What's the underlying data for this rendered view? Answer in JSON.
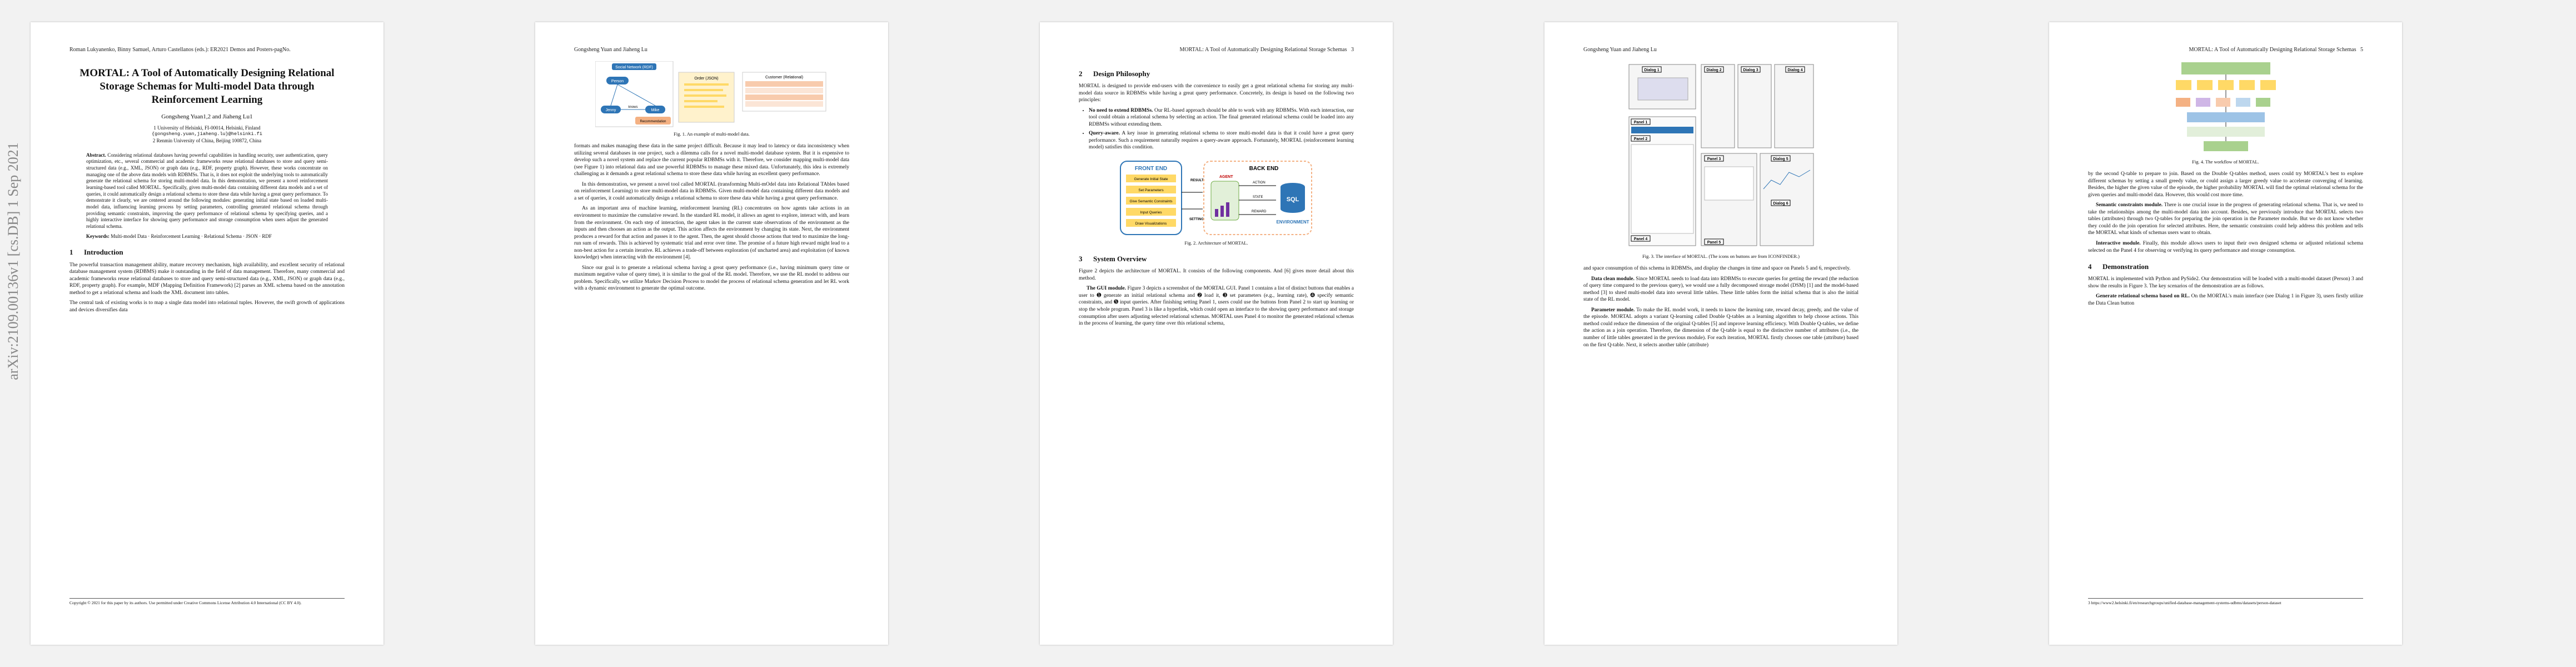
{
  "arxiv_stamp": "arXiv:2109.00136v1  [cs.DB]  1 Sep 2021",
  "page1": {
    "running_head": "Roman Lukyanenko, Binny Samuel, Arturo Castellanos (eds.): ER2021 Demos and Posters-pagNo.",
    "title": "MORTAL: A Tool of Automatically Designing Relational Storage Schemas for Multi-model Data through Reinforcement Learning",
    "authors": "Gongsheng Yuan1,2 and Jiaheng Lu1",
    "affil1": "1 University of Helsinki, FI-00014, Helsinki, Finland",
    "email": "{gongsheng.yuan,jiaheng.lu}@helsinki.fi",
    "affil2": "2 Renmin University of China, Beijing 100872, China",
    "abstract_label": "Abstract.",
    "abstract": "Considering relational databases having powerful capabilities in handling security, user authentication, query optimization, etc., several commercial and academic frameworks reuse relational databases to store and query semi-structured data (e.g., XML, JSON) or graph data (e.g., RDF, property graph). However, these works concentrate on managing one of the above data models with RDBMSs. That is, it does not exploit the underlying tools to automatically generate the relational schema for storing multi-model data. In this demonstration, we present a novel reinforcement learning-based tool called MORTAL. Specifically, given multi-model data containing different data models and a set of queries, it could automatically design a relational schema to store these data while having a great query performance. To demonstrate it clearly, we are centered around the following modules: generating initial state based on loaded multi-model data, influencing learning process by setting parameters, controlling generated relational schema through providing semantic constraints, improving the query performance of relational schema by specifying queries, and a highly interactive interface for showing query performance and storage consumption when users adjust the generated relational schema.",
    "keywords_label": "Keywords:",
    "keywords": "Multi-model Data · Reinforcement Learning · Relational Schema · JSON · RDF",
    "sec_num": "1",
    "sec_title": "Introduction",
    "p1": "The powerful transaction management ability, mature recovery mechanism, high availability, and excellent security of relational database management system (RDBMS) make it outstanding in the field of data management. Therefore, many commercial and academic frameworks reuse relational databases to store and query semi-structured data (e.g., XML, JSON) or graph data (e.g., RDF, property graph). For example, MDF (Mapping Definition Framework) [2] parses an XML schema based on the annotation method to get a relational schema and loads the XML document into tables.",
    "p2": "The central task of existing works is to map a single data model into relational tuples. However, the swift growth of applications and devices diversifies data",
    "footnote": "Copyright © 2021 for this paper by its authors. Use permitted under Creative Commons License Attribution 4.0 International (CC BY 4.0)."
  },
  "page2": {
    "running_head": "Gongsheng Yuan and Jiaheng Lu",
    "fig1_caption": "Fig. 1. An example of multi-model data.",
    "fig1_labels": {
      "social": "Social Network (RDF)",
      "person": "Person",
      "knows": "knows",
      "friends": "Friends",
      "jenny": "Jenny",
      "mike": "Mike",
      "recommend": "Recommendation",
      "order": "Order (JSON)",
      "customer": "Customer (Relational)"
    },
    "p1": "formats and makes managing these data in the same project difficult. Because it may lead to latency or data inconsistency when utilizing several databases in one project, such a dilemma calls for a novel multi-model database system. But it is expensive to develop such a novel system and replace the current popular RDBMSs with it. Therefore, we consider mapping multi-model data (see Figure 1) into relational data and use powerful RDBMSs to manage these mixed data. Unfortunately, this idea is extremely challenging as it demands a great relational schema to store these data while having an excellent query performance.",
    "p2": "In this demonstration, we present a novel tool called MORTAL (transforming Multi-mOdel data into Relational TAbles based on reinforcement Learning) to store multi-model data in RDBMSs. Given multi-model data containing different data models and a set of queries, it could automatically design a relational schema to store these data while having a great query performance.",
    "p3": "As an important area of machine learning, reinforcement learning (RL) concentrates on how agents take actions in an environment to maximize the cumulative reward. In the standard RL model, it allows an agent to explore, interact with, and learn from the environment. On each step of interaction, the agent takes in the current state observations of the environment as the inputs and then chooses an action as the output. This action affects the environment by changing its state. Next, the environment produces a reward for that action and passes it to the agent. Then, the agent should choose actions that tend to maximize the long-run sum of rewards. This is achieved by systematic trial and error over time. The promise of a future high reward might lead to a non-best action for a certain iterative. RL achieves a trade-off between exploration (of uncharted area) and exploitation (of known knowledge) when interacting with the environment [4].",
    "p4": "Since our goal is to generate a relational schema having a great query performance (i.e., having minimum query time or maximum negative value of query time), it is similar to the goal of the RL model. Therefore, we use the RL model to address our problem. Specifically, we utilize Markov Decision Process to model the process of relational schema generation and let RL work with a dynamic environment to generate the optimal outcome."
  },
  "page3": {
    "running_head": "MORTAL: A Tool of Automatically Designing Relational Storage Schemas",
    "page_no": "3",
    "sec2_num": "2",
    "sec2_title": "Design Philosophy",
    "s2_intro": "MORTAL is designed to provide end-users with the convenience to easily get a great relational schema for storing any multi-model data source in RDBMSs while having a great query performance. Concretely, its design is based on the following two principles:",
    "pr1_label": "No need to extend RDBMSs.",
    "pr1": "Our RL-based approach should be able to work with any RDBMSs. With each interaction, our tool could obtain a relational schema by selecting an action. The final generated relational schema could be loaded into any RDBMSs without extending them.",
    "pr2_label": "Query-aware.",
    "pr2": "A key issue in generating relational schema to store multi-model data is that it could have a great query performance. Such a requirement naturally requires a query-aware approach. Fortunately, MORTAL (reinforcement learning model) satisfies this condition.",
    "fig2_caption": "Fig. 2. Architecture of MORTAL.",
    "fig2_labels": {
      "front": "FRONT END",
      "back": "BACK END",
      "b1": "Generate Initial State",
      "b2": "Set Parameters",
      "b3": "Give Semantic Constraints",
      "b4": "Input Queries",
      "b5": "Draw Visualizations",
      "result": "RESULT",
      "setting": "SETTING",
      "agent": "AGENT",
      "action": "ACTION",
      "state": "STATE",
      "reward": "REWARD",
      "env": "ENVIRONMENT",
      "sql": "SQL"
    },
    "sec3_num": "3",
    "sec3_title": "System Overview",
    "s3_p1": "Figure 2 depicts the architecture of MORTAL. It consists of the following components. And [6] gives more detail about this method.",
    "s3_gui_label": "The GUI module.",
    "s3_gui": "Figure 3 depicts a screenshot of the MORTAL GUI. Panel 1 contains a list of distinct buttons that enables a user to ➊ generate an initial relational schema and ➋ load it, ➌ set parameters (e.g., learning rate), ➍ specify semantic constraints, and ➎ input queries. After finishing setting Panel 1, users could use the buttons from Panel 2 to start up learning or stop the whole program. Panel 3 is like a hyperlink, which could open an interface to the showing query performance and storage consumption after users adjusting selected relational schemas. MORTAL uses Panel 4 to monitor the generated relational schemas in the process of learning, the query time over this relational schema,"
  },
  "page4": {
    "running_head": "Gongsheng Yuan and Jiaheng Lu",
    "fig3_caption": "Fig. 3. The interface of MORTAL. (The icons on buttons are from ICONFINDER.)",
    "dialogs": [
      "Dialog 1",
      "Dialog 2",
      "Dialog 3",
      "Dialog 4",
      "Dialog 5",
      "Dialog 6"
    ],
    "panels": [
      "Panel 1",
      "Panel 2",
      "Panel 3",
      "Panel 4",
      "Panel 5"
    ],
    "p1": "and space consumption of this schema in RDBMSs, and display the changes in time and space on Panels 5 and 6, respectively.",
    "dc_label": "Data clean module.",
    "dc": "Since MORTAL needs to load data into RDBMSs to execute queries for getting the reward (the reduction of query time compared to the previous query), we would use a fully decomposed storage model (DSM) [1] and the model-based method [3] to shred multi-model data into several little tables. These little tables form the initial schema that is also the initial state of the RL model.",
    "pm_label": "Parameter module.",
    "pm": "To make the RL model work, it needs to know the learning rate, reward decay, greedy, and the value of the episode. MORTAL adopts a variant Q-learning called Double Q-tables as a learning algorithm to help choose actions. This method could reduce the dimension of the original Q-tables [5] and improve learning efficiency. With Double Q-tables, we define the action as a join operation. Therefore, the dimension of the Q-table is equal to the distinctive number of attributes (i.e., the number of little tables generated in the previous module). For each iteration, MORTAL firstly chooses one table (attribute) based on the first Q-table. Next, it selects another table (attribute)"
  },
  "page5": {
    "running_head": "MORTAL: A Tool of Automatically Designing Relational Storage Schemas",
    "page_no": "5",
    "fig4_caption": "Fig. 4. The workflow of MORTAL.",
    "p1": "by the second Q-table to prepare to join. Based on the Double Q-tables method, users could try MORTAL's best to explore different schemas by setting a small greedy value, or could assign a larger greedy value to accelerate converging of learning. Besides, the higher the given value of the episode, the higher probability MORTAL will find the optimal relational schema for the given queries and multi-model data. However, this would cost more time.",
    "sc_label": "Semantic constraints module.",
    "sc": "There is one crucial issue in the progress of generating relational schema. That is, we need to take the relationships among the multi-model data into account. Besides, we previously introduce that MORTAL selects two tables (attributes) through two Q-tables for preparing the join operation in the Parameter module. But we do not know whether they could do the join operation for selected attributes. Here, the semantic constraints could help address this problem and tells the MORTAL what kinds of schemas users want to obtain.",
    "im_label": "Interactive module.",
    "im": "Finally, this module allows users to input their own designed schema or adjusted relational schema selected on the Panel 4 for observing or verifying its query performance and storage consumption.",
    "sec4_num": "4",
    "sec4_title": "Demonstration",
    "d1": "MORTAL is implemented with Python and PySide2. Our demonstration will be loaded with a multi-model dataset (Person) 3 and show the results in Figure 3. The key scenarios of the demonstration are as follows.",
    "d2_label": "Generate relational schema based on RL.",
    "d2": "On the MORTAL's main interface (see Dialog 1 in Figure 3), users firstly utilize the Data Clean button",
    "footnote": "3 https://www2.helsinki.fi/en/researchgroups/unified-database-management-systems-udbms/datasets/person-dataset"
  },
  "colors": {
    "accent_blue": "#2e75b6",
    "orange": "#f4b183",
    "yellow": "#ffd966",
    "green": "#a9d18e",
    "pink": "#f8cbad"
  }
}
